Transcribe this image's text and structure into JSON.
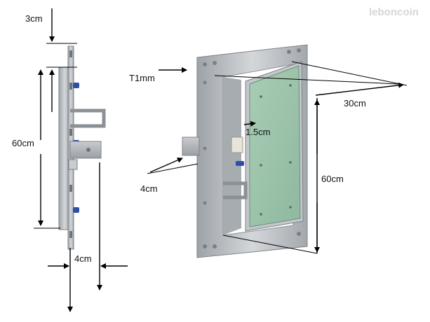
{
  "watermark": "leboncoin",
  "labels": {
    "depth_top": "3cm",
    "height_left": "60cm",
    "flange_width": "4cm",
    "frame_thickness": "T1mm",
    "width_right": "30cm",
    "offset": "1.5cm",
    "height_right": "60cm",
    "side_depth": "4cm"
  },
  "colors": {
    "aluminium": "#b8bcc0",
    "aluminium_dark": "#8e9398",
    "panel_green": "#9fc4ad",
    "latch_blue": "#2d4fa8",
    "dimension_line": "#000000"
  }
}
